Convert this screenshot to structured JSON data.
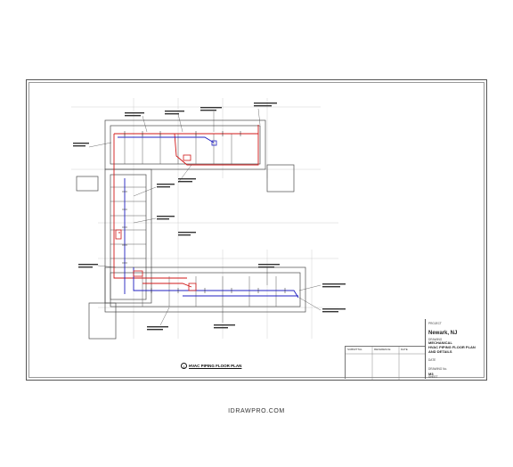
{
  "drawing": {
    "plan_caption": "HVAC PIPING FLOOR PLAN",
    "caption_number": "1",
    "colors": {
      "supply_pipe": "#d01818",
      "return_pipe": "#2020c0",
      "walls": "#404040",
      "grid": "#b0b0b0",
      "notes": "#222222"
    }
  },
  "title_block": {
    "project_label": "PROJECT",
    "city": "Newark, NJ",
    "drawing_label": "DRAWING",
    "discipline": "MECHANICAL",
    "title_line1": "HVAC PIPING FLOOR PLAN",
    "title_line2": "AND DETAILS",
    "date_label": "DATE",
    "drawing_no_label": "DRAWING No.",
    "drawing_no": "M3",
    "sheet_label": "SHEET"
  },
  "revisions": {
    "col1": "SUBMITTAL",
    "col2": "REFERENCE",
    "col3": "DATE"
  },
  "watermark": "IDRAWPRO.COM"
}
